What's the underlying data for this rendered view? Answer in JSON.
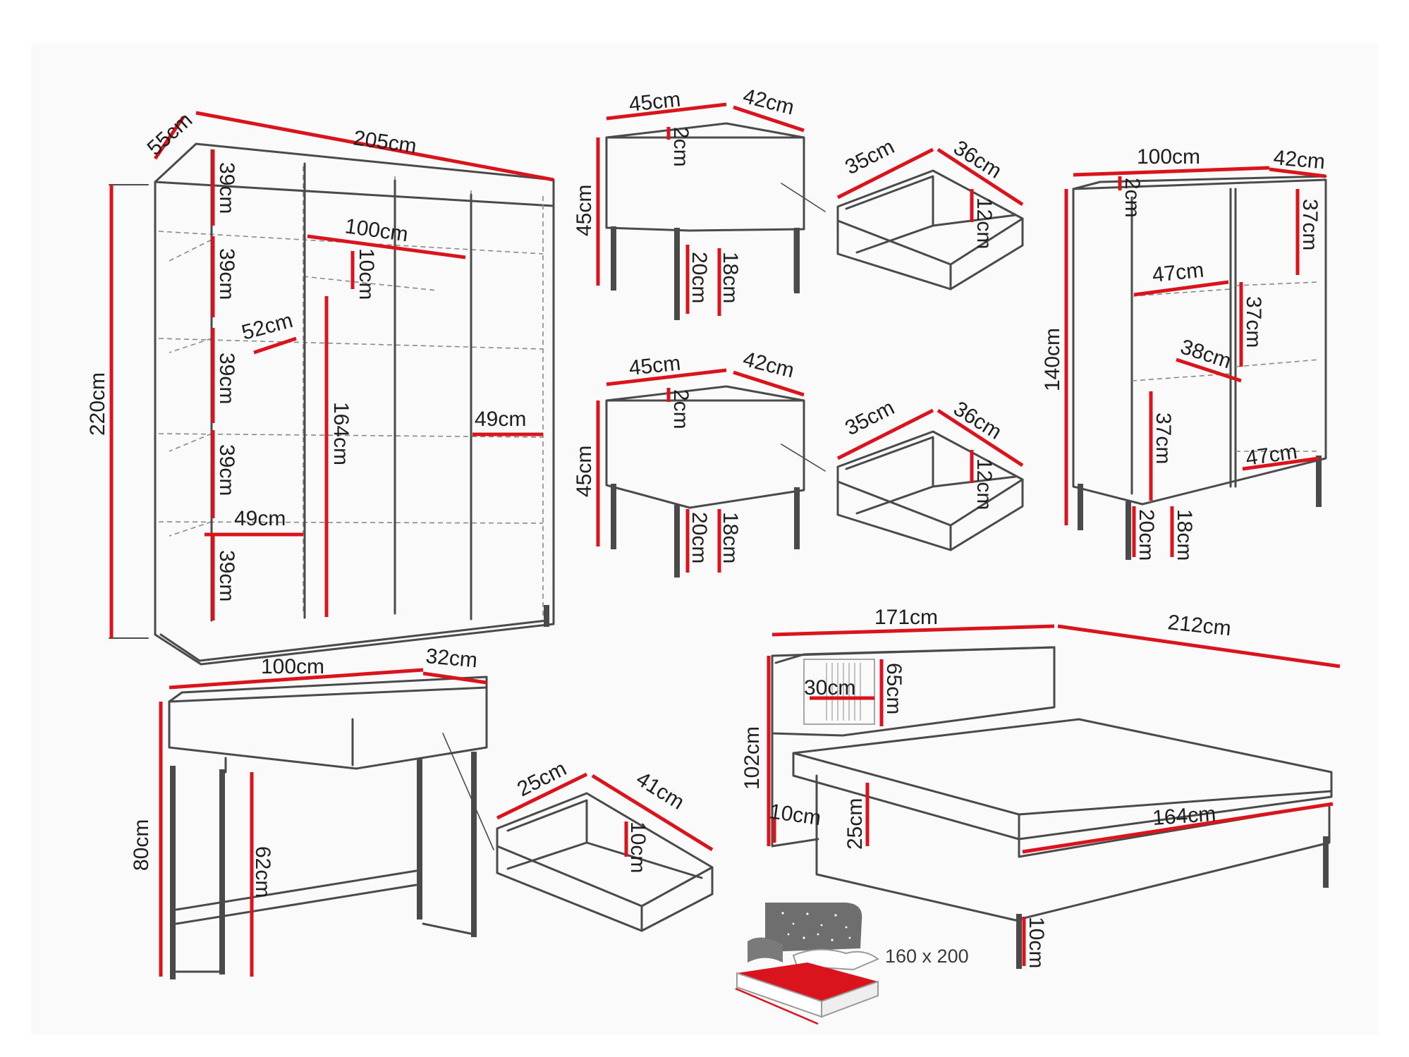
{
  "wardrobe": {
    "depth": "55cm",
    "width": "205cm",
    "height": "220cm",
    "shelf_1": "39cm",
    "shelf_2": "39cm",
    "shelf_3": "39cm",
    "shelf_4": "39cm",
    "shelf_5": "39cm",
    "rail_width": "100cm",
    "rail_drop": "10cm",
    "hanging_height": "164cm",
    "shelf_depth": "52cm",
    "shelf_width_left": "49cm",
    "shelf_width_right": "49cm"
  },
  "nightstand_1": {
    "width": "45cm",
    "depth": "42cm",
    "height": "45cm",
    "top": "2cm",
    "leg_height": "20cm",
    "leg_clear": "18cm"
  },
  "drawer_1": {
    "width": "35cm",
    "depth": "36cm",
    "height": "12cm"
  },
  "nightstand_2": {
    "width": "45cm",
    "depth": "42cm",
    "height": "45cm",
    "top": "2cm",
    "leg_height": "20cm",
    "leg_clear": "18cm"
  },
  "drawer_2": {
    "width": "35cm",
    "depth": "36cm",
    "height": "12cm"
  },
  "shelf_unit": {
    "width": "100cm",
    "depth": "42cm",
    "height": "140cm",
    "top": "2cm",
    "inner_width_left": "47cm",
    "inner_depth": "38cm",
    "shelf_h_1": "37cm",
    "shelf_h_2": "37cm",
    "shelf_h_3": "37cm",
    "inner_width_right": "47cm",
    "leg_height": "20cm",
    "leg_clear": "18cm"
  },
  "console": {
    "width": "100cm",
    "depth": "32cm",
    "height": "80cm",
    "leg_clear": "62cm"
  },
  "drawer_3": {
    "width": "25cm",
    "depth": "41cm",
    "height": "10cm"
  },
  "bed": {
    "width": "171cm",
    "length": "212cm",
    "headboard_height": "102cm",
    "panel_width": "30cm",
    "panel_height": "65cm",
    "frame_height": "25cm",
    "side_gap": "10cm",
    "rail_length": "164cm",
    "leg_height": "10cm"
  },
  "mattress_size": "160 x 200"
}
